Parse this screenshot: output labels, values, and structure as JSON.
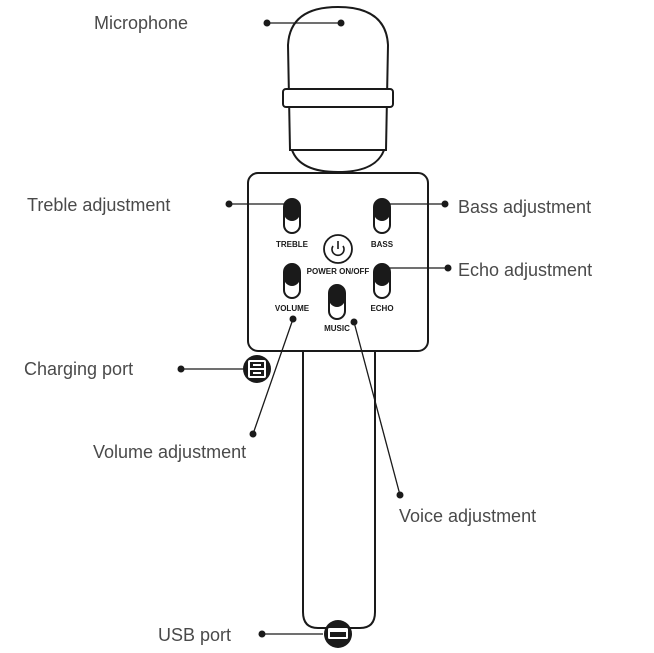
{
  "labels": {
    "microphone": "Microphone",
    "treble_adjustment": "Treble adjustment",
    "bass_adjustment": "Bass adjustment",
    "echo_adjustment": "Echo adjustment",
    "charging_port": "Charging port",
    "volume_adjustment": "Volume adjustment",
    "voice_adjustment": "Voice adjustment",
    "usb_port": "USB port"
  },
  "controls": {
    "treble": "TREBLE",
    "bass": "BASS",
    "power": "POWER ON/OFF",
    "volume": "VOLUME",
    "echo": "ECHO",
    "music": "MUSIC"
  },
  "colors": {
    "line": "#1a1a1a",
    "text": "#4a4a4a",
    "background": "#ffffff"
  }
}
